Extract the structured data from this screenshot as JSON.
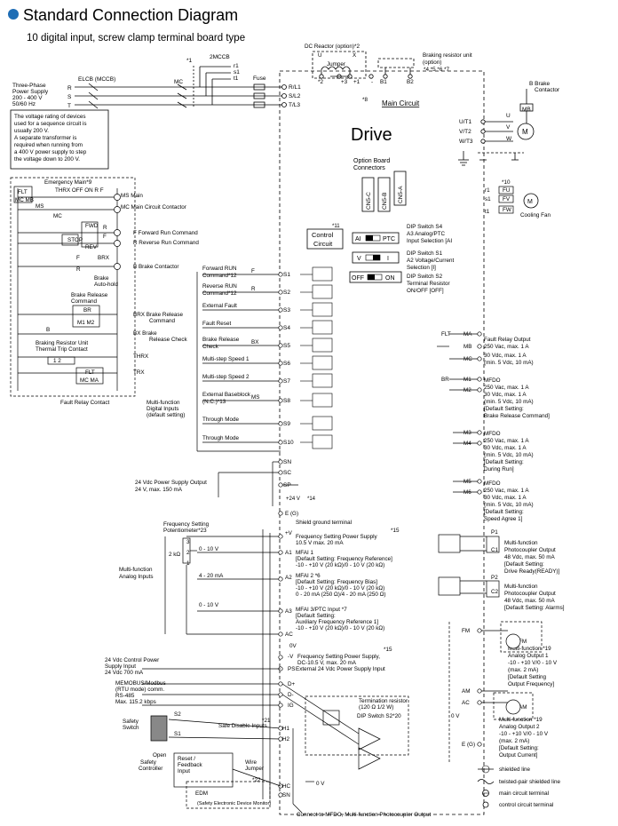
{
  "header": {
    "title": "Standard Connection Diagram",
    "subtitle": "10 digital input, screw clamp terminal board type"
  },
  "power": {
    "supply": [
      "Three-Phase",
      "Power Supply",
      "200 - 400 V",
      "50/60 Hz"
    ],
    "r": "R",
    "s": "S",
    "t": "T",
    "elcb": "ELCB (MCCB)",
    "mc": "MC",
    "mark1": "*1",
    "mccb2": "2MCCB",
    "r1": "r1",
    "s1": "s1",
    "t1": "t1",
    "fuse": "Fuse",
    "voltage_note": [
      "The voltage rating of devices",
      "used for a sequence circuit is",
      "usually 200 V.",
      "A separate transformer is",
      "required when running from",
      "a 400 V power supply to step",
      "the voltage down to 200 V."
    ]
  },
  "main_circuit": {
    "dc_reactor": "DC Reactor (option)*2",
    "u_label": "U",
    "x_label": "X",
    "jumper": "Jumper",
    "braking_unit": [
      "Braking resistor unit",
      "(option)"
    ],
    "neg_terms": [
      "*2",
      "+3",
      "+1",
      "-",
      "B1",
      "B2"
    ],
    "marks_456": "*4 *5 *6 *7",
    "mark8": "*8",
    "label": "Main Circuit",
    "inputs": [
      "R/L1",
      "S/L2",
      "T/L3"
    ],
    "outputs": [
      "U/T1",
      "V/T2",
      "W/T3"
    ],
    "uvw": [
      "U",
      "V",
      "W"
    ],
    "motor": "M",
    "brake_contactor": [
      "B Brake",
      "Contactor"
    ],
    "mb": "MB"
  },
  "drive": {
    "title": "Drive",
    "option_board": [
      "Option Board",
      "Connectors"
    ],
    "connectors": [
      "CN5-C",
      "CN5-B",
      "CN5-A"
    ],
    "control_circuit": [
      "Control",
      "Circuit"
    ],
    "mark11": "*11"
  },
  "dip": {
    "s4_left": "AI",
    "s4_right": "PTC",
    "s4_desc": [
      "DIP Switch S4",
      "A3 Analog/PTC",
      "Input Selection [AI"
    ],
    "s1_left": "V",
    "s1_right": "I",
    "s1_desc": [
      "DIP Switch S1",
      "A2 Voltage/Current",
      "Selection [I]"
    ],
    "s2_left": "OFF",
    "s2_right": "ON",
    "s2_desc": [
      "DIP Switch S2",
      "Terminal Resistor",
      "ON/OFF [OFF]"
    ]
  },
  "fan": {
    "mark10": "*10",
    "fu": "FU",
    "fv": "FV",
    "fw": "FW",
    "r1": "r1",
    "s1": "s1",
    "t1": "t1",
    "label": "Cooling Fan"
  },
  "sequence": {
    "emergency": "Emergency Main*9",
    "thrx_row": "THRX OFF ON R  F",
    "flt": "FLT",
    "mc_mb": "MC MB",
    "ms": "MS",
    "mc": "MC",
    "ms_main": "MS  Main",
    "mc_contactor": "MC  Main Circuit Contactor",
    "fwd": "FWD",
    "stop": "STOP",
    "rev": "REV",
    "f": "F",
    "r": "R",
    "brx": "BRX",
    "f_forward": "F  Forward Run Command",
    "r_reverse": "R  Reverse Run Command",
    "b_brake": "B  Brake Contactor",
    "brake_autohold": [
      "Brake",
      "Auto-hold"
    ],
    "brake_release_cmd": [
      "Brake Release",
      "Command"
    ],
    "br": "BR",
    "m1m2": "M1  M2",
    "brx_release": [
      "BRX  Brake Release",
      "Command"
    ],
    "bx_check": [
      "BX  Brake",
      "Release Check"
    ],
    "b": "B",
    "braking_resistor": [
      "Braking Resistor Unit",
      "Thermal Trip Contact"
    ],
    "thrx_lbl": "THRX",
    "trx_lbl": "TRX",
    "one_two": "1   2",
    "flt2": "FLT",
    "mc_ma": "MC  MA",
    "fault_relay": "Fault Relay Contact"
  },
  "digital_inputs": {
    "items": [
      {
        "label": "Forward RUN",
        "label2": "Command*12",
        "sig": "F",
        "term": "S1"
      },
      {
        "label": "Reverse RUN",
        "label2": "Command*12",
        "sig": "R",
        "term": "S2"
      },
      {
        "label": "External Fault",
        "label2": "",
        "sig": "",
        "term": "S3"
      },
      {
        "label": "Fault Reset",
        "label2": "",
        "sig": "",
        "term": "S4"
      },
      {
        "label": "Brake Release",
        "label2": "Check",
        "sig": "BX",
        "term": "S5"
      },
      {
        "label": "Multi-step Speed 1",
        "label2": "",
        "sig": "",
        "term": "S6"
      },
      {
        "label": "Multi-step Speed 2",
        "label2": "",
        "sig": "",
        "term": "S7"
      },
      {
        "label": "External Baseblock",
        "label2": "(N.C.)*13",
        "sig": "MS",
        "term": "S8"
      },
      {
        "label": "Through Mode",
        "label2": "",
        "sig": "",
        "term": "S9"
      },
      {
        "label": "Through Mode",
        "label2": "",
        "sig": "",
        "term": "S10"
      }
    ],
    "group_label": [
      "Multi-function",
      "Digital Inputs",
      "(default setting)"
    ],
    "sn": "SN",
    "sc": "SC",
    "sp": "SP",
    "plus24": "+24 V",
    "mark14": "*14"
  },
  "power24": {
    "label": [
      "24 Vdc Power Supply Output",
      "24 V,  max. 150 mA"
    ]
  },
  "analog": {
    "eg": "E (G)",
    "shield": "Shield ground terminal",
    "pot": [
      "Frequency Setting",
      "Potentiometer*23"
    ],
    "pot_nums": [
      "3",
      "2",
      "1"
    ],
    "pot_val": "2 kΩ",
    "plus_v": "+V",
    "fs_power": [
      "Frequency Setting Power Supply",
      "10.5 V max. 20 mA"
    ],
    "mark15": "*15",
    "a1": "A1",
    "a1_range": "0 - 10 V",
    "a1_desc": [
      "MFAI 1",
      "[Default Setting: Frequency Reference]",
      "-10 - +10 V (20 kΩ)/0 - 10 V (20 kΩ)"
    ],
    "group": [
      "Multi-function",
      "Analog Inputs"
    ],
    "a2": "A2",
    "a2_range": "4 - 20 mA",
    "a2_desc": [
      "MFAI 2 *6",
      "[Default Setting: Frequency Bias]",
      "-10 - +10 V (20 kΩ)/0 - 10 V (20 kΩ)",
      "0 - 20 mA (250 Ω)/4 - 20 mA (250 Ω)"
    ],
    "a3": "A3",
    "a3_range": "0 - 10 V",
    "a3_desc": [
      "MFAI 3/PTC Input *7",
      "[Default Setting:",
      "Auxiliary Frequency Reference 1]",
      "-10 - +10 V (20 kΩ)/0 - 10 V (20 kΩ)"
    ],
    "ac": "AC",
    "zero_v": "0V",
    "neg_v": "-V",
    "neg_desc": [
      "Frequency Setting Power Supply,",
      "DC-10.5 V, max. 20 mA"
    ],
    "mark15b": "*15",
    "ps": "PS",
    "ps_desc": "External 24 Vdc Power Supply Input",
    "ctrl_power": [
      "24 Vdc Control Power",
      "Supply Input",
      "24 Vdc 700 mA"
    ]
  },
  "comm": {
    "label": [
      "MEMOBUS/Modbus",
      "(RTU mode) comm.",
      "RS-485",
      "Max. 115.2 kbps"
    ],
    "terms": [
      "D+",
      "D-",
      "IG"
    ],
    "term_res": [
      "Termination resistor",
      "(120 Ω 1/2 W)"
    ],
    "dip_s2": "DIP Switch S2*20"
  },
  "safe": {
    "switch": [
      "Safety",
      "Switch"
    ],
    "open": "Open",
    "s2": "S2",
    "s1": "S1",
    "controller": [
      "Safety",
      "Controller"
    ],
    "reset": [
      "Reset /",
      "Feedback",
      "Input"
    ],
    "sdi": "Safe Disable Inputs",
    "mark21": "*21",
    "wire_jumper": [
      "Wire",
      "Jumper"
    ],
    "mark22": "*22",
    "h1": "H1",
    "h2": "H2",
    "hc": "HC",
    "sn": "SN",
    "edm": [
      "EDM",
      "(Safety Electronic Device Monitor)"
    ],
    "zero_v": "0 V",
    "connect": "Connect to MFDO, Multi-function Photocoupler Output"
  },
  "outputs": {
    "flt": "FLT",
    "ma": "MA",
    "mb": "MB",
    "mc": "MC",
    "fault_relay": [
      "Fault Relay Output",
      "250 Vac, max. 1 A",
      "30 Vdc, max. 1 A",
      "(min. 5 Vdc, 10 mA)"
    ],
    "br": "BR",
    "m1": "M1",
    "m2": "M2",
    "mfdo1": [
      "MFDO",
      "250 Vac, max. 1 A",
      "30 Vdc, max. 1 A",
      "(min. 5 Vdc, 10 mA)",
      "[Default Setting:",
      "Brake Release Command]"
    ],
    "m3": "M3",
    "m4": "M4",
    "mfdo2": [
      "MFDO",
      "250 Vac, max. 1 A",
      "30 Vdc, max. 1 A",
      "(min. 5 Vdc, 10 mA)",
      "[Default Setting:",
      "During Run]"
    ],
    "m5": "M5",
    "m6": "M6",
    "mfdo3": [
      "MFDO",
      "250 Vac, max. 1 A",
      "30 Vdc, max. 1 A",
      "(min. 5 Vdc, 10 mA)",
      "[Default Setting:",
      "Speed Agree 1]"
    ],
    "p1": "P1",
    "c1": "C1",
    "photo1": [
      "Multi-function",
      "Photocoupler Output",
      "48 Vdc, max. 50 mA",
      "[Default Setting:",
      "Drive Ready(READY)]"
    ],
    "p2": "P2",
    "c2": "C2",
    "photo2": [
      "Multi-function",
      "Photocoupler Output",
      "48 Vdc, max. 50 mA",
      "[Default Setting: Alarms]"
    ],
    "fm": "FM",
    "fm_meter": "FM",
    "ao1": [
      "Multi-function *19",
      "Analog Output 1",
      "-10 - +10 V/0 - 10 V",
      "(max. 2 mA)",
      "[Default Setting",
      "Output Frequency]"
    ],
    "am": "AM",
    "ac": "AC",
    "am_meter": "AM",
    "zero_v": "0 V",
    "ao2": [
      "Multi-function *19",
      "Analog Output 2",
      "-10 - +10 V/0 - 10 V",
      "(max. 2 mA)",
      "[Default Setting:",
      "Output Current]"
    ],
    "eg": "E (G)"
  },
  "legend": {
    "shielded": "shielded line",
    "twisted": "twisted-pair shielded line",
    "main_term": "main circuit terminal",
    "ctrl_term": "control circuit terminal"
  }
}
